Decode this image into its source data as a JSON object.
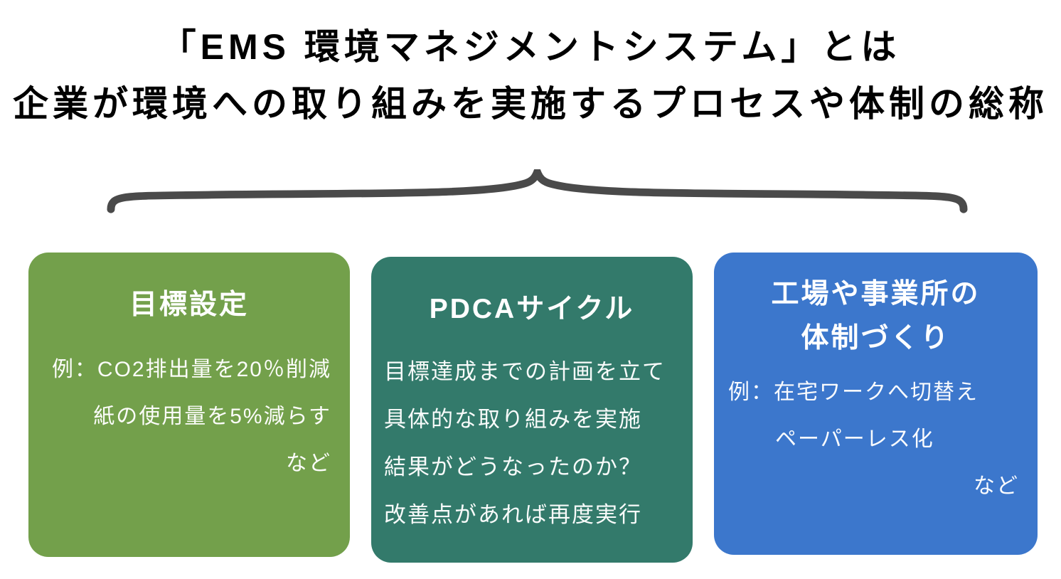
{
  "title": {
    "line1": "「EMS 環境マネジメントシステム」とは",
    "line2": "企業が環境への取り組みを実施するプロセスや体制の総称"
  },
  "colors": {
    "title_text": "#000000",
    "brace": "#4a4a4a",
    "card_green": "#73a04b",
    "card_teal": "#337a6b",
    "card_blue": "#3c77cc",
    "card_text": "#ffffff"
  },
  "cards": [
    {
      "name": "goal-setting",
      "title": "目標設定",
      "body": [
        "例：CO2排出量を20％削減",
        "紙の使用量を5%減らす",
        "など"
      ]
    },
    {
      "name": "pdca-cycle",
      "title": "PDCAサイクル",
      "body": [
        "目標達成までの計画を立て",
        "具体的な取り組みを実施",
        "結果がどうなったのか？",
        "改善点があれば再度実行"
      ]
    },
    {
      "name": "factory-office-structure",
      "title_line1": "工場や事業所の",
      "title_line2": "体制づくり",
      "body": [
        "例：在宅ワークへ切替え",
        "ペーパーレス化",
        "など"
      ]
    }
  ]
}
